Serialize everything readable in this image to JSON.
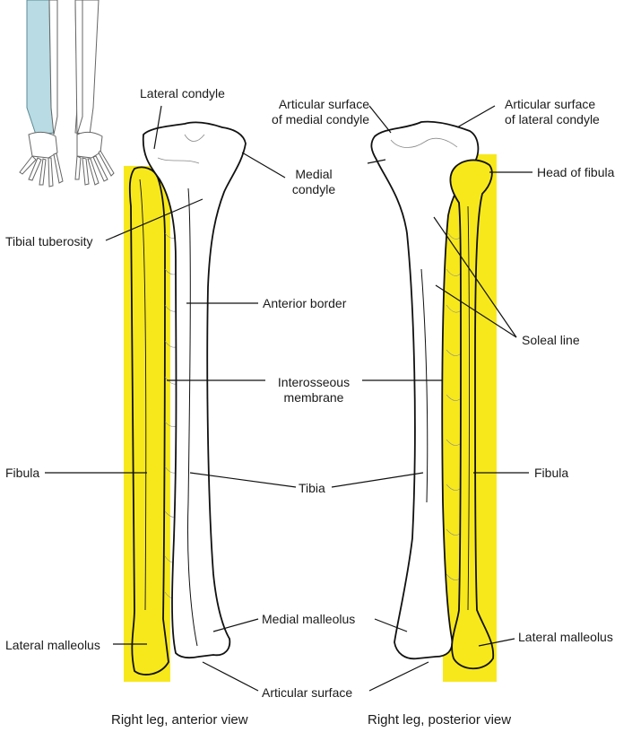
{
  "labels": {
    "lateral_condyle": "Lateral condyle",
    "articular_medial_1": "Articular surface",
    "articular_medial_2": "of medial condyle",
    "articular_lateral_1": "Articular surface",
    "articular_lateral_2": "of lateral condyle",
    "medial_condyle_1": "Medial",
    "medial_condyle_2": "condyle",
    "head_of_fibula": "Head of fibula",
    "tibial_tuberosity": "Tibial tuberosity",
    "anterior_border": "Anterior border",
    "soleal_line": "Soleal line",
    "interosseous_1": "Interosseous",
    "interosseous_2": "membrane",
    "fibula_left": "Fibula",
    "fibula_right": "Fibula",
    "tibia": "Tibia",
    "medial_malleolus": "Medial malleolus",
    "lateral_malleolus_left": "Lateral malleolus",
    "lateral_malleolus_right": "Lateral malleolus",
    "articular_surface": "Articular surface"
  },
  "captions": {
    "anterior": "Right leg, anterior view",
    "posterior": "Right leg, posterior view"
  },
  "colors": {
    "fibula_highlight": "#f7e81c",
    "tibia_thumbnail": "#b9dbe3",
    "bone_fill": "#ffffff",
    "outline": "#111111"
  }
}
